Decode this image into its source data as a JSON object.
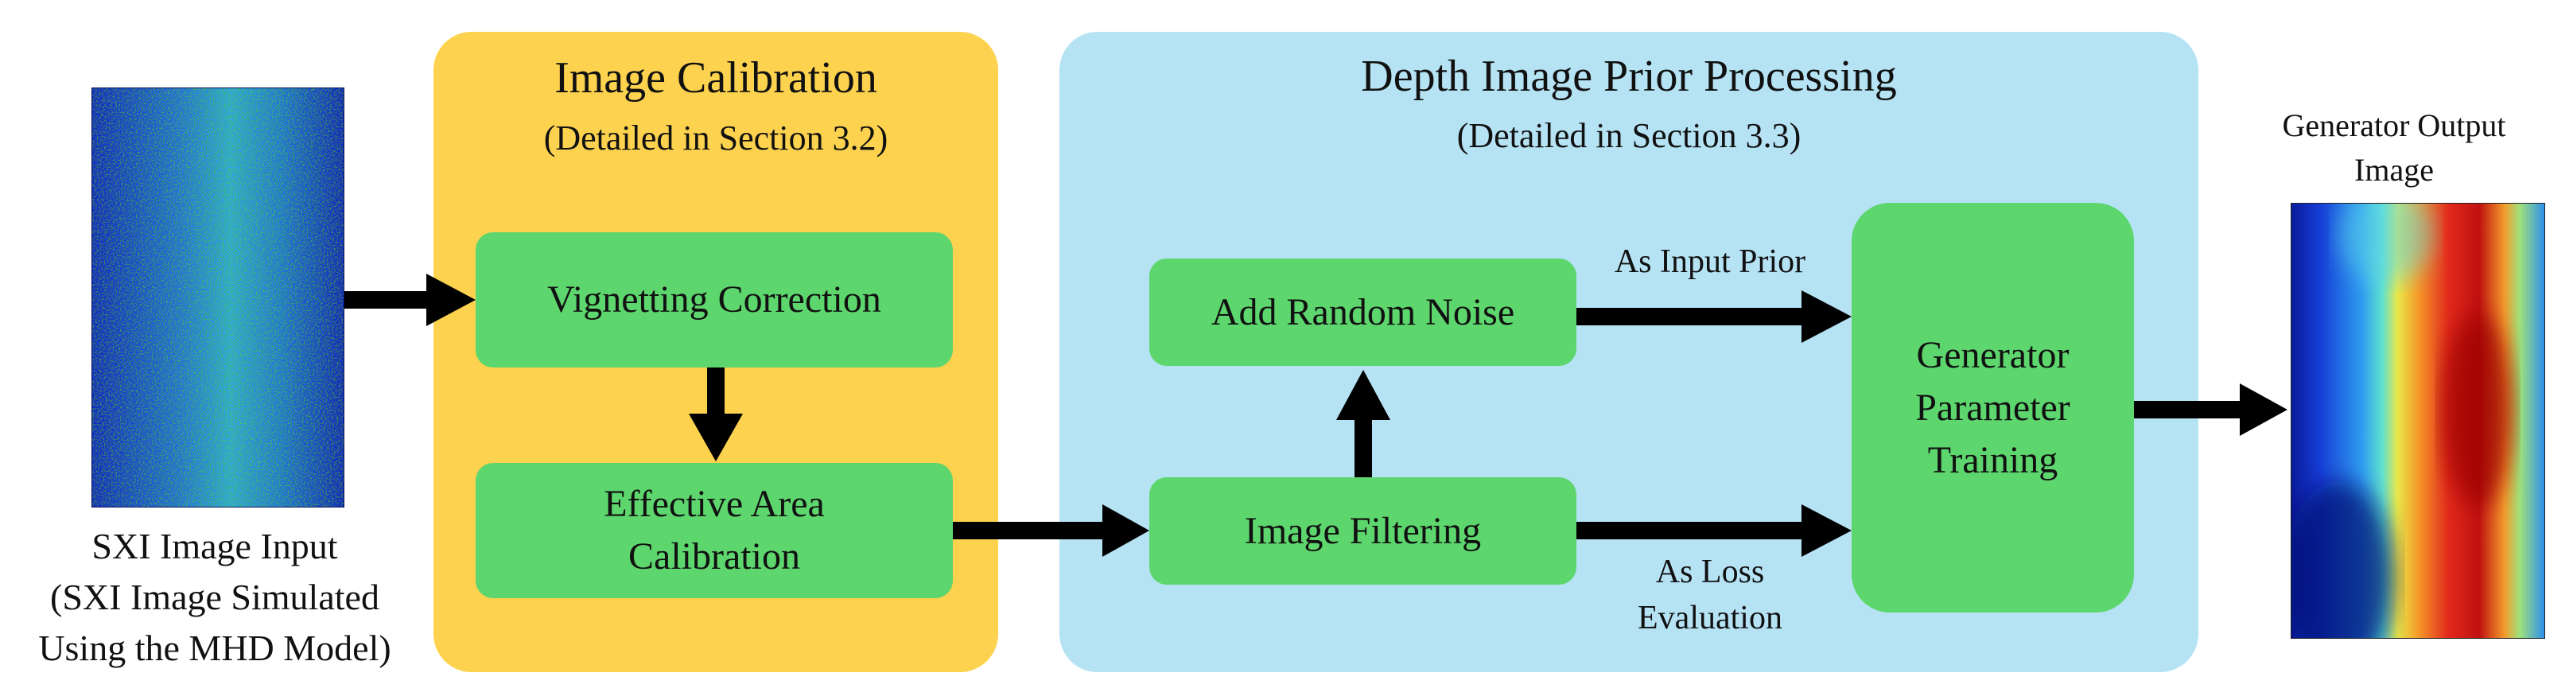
{
  "colors": {
    "calibration_panel": "#fdd24e",
    "dip_panel": "#b5e3f4",
    "box_fill": "#5dd66e",
    "arrow": "#000000"
  },
  "input": {
    "image_icon": "sxi-noise-heatmap",
    "caption_lines": [
      "SXI Image Input",
      "(SXI Image Simulated",
      "Using the MHD Model)"
    ]
  },
  "calibration": {
    "title": "Image Calibration",
    "subtitle": "(Detailed in Section 3.2)",
    "vignetting": "Vignetting Correction",
    "effective_area_lines": [
      "Effective Area",
      "Calibration"
    ]
  },
  "dip": {
    "title": "Depth Image Prior Processing",
    "subtitle": "(Detailed in Section 3.3)",
    "add_noise": "Add Random Noise",
    "filtering": "Image Filtering",
    "generator_lines": [
      "Generator",
      "Parameter",
      "Training"
    ],
    "input_prior_label": "As Input Prior",
    "loss_label_lines": [
      "As Loss",
      "Evaluation"
    ]
  },
  "output": {
    "caption_lines": [
      "Generator Output",
      "Image"
    ],
    "image_icon": "smooth-jet-heatmap"
  }
}
